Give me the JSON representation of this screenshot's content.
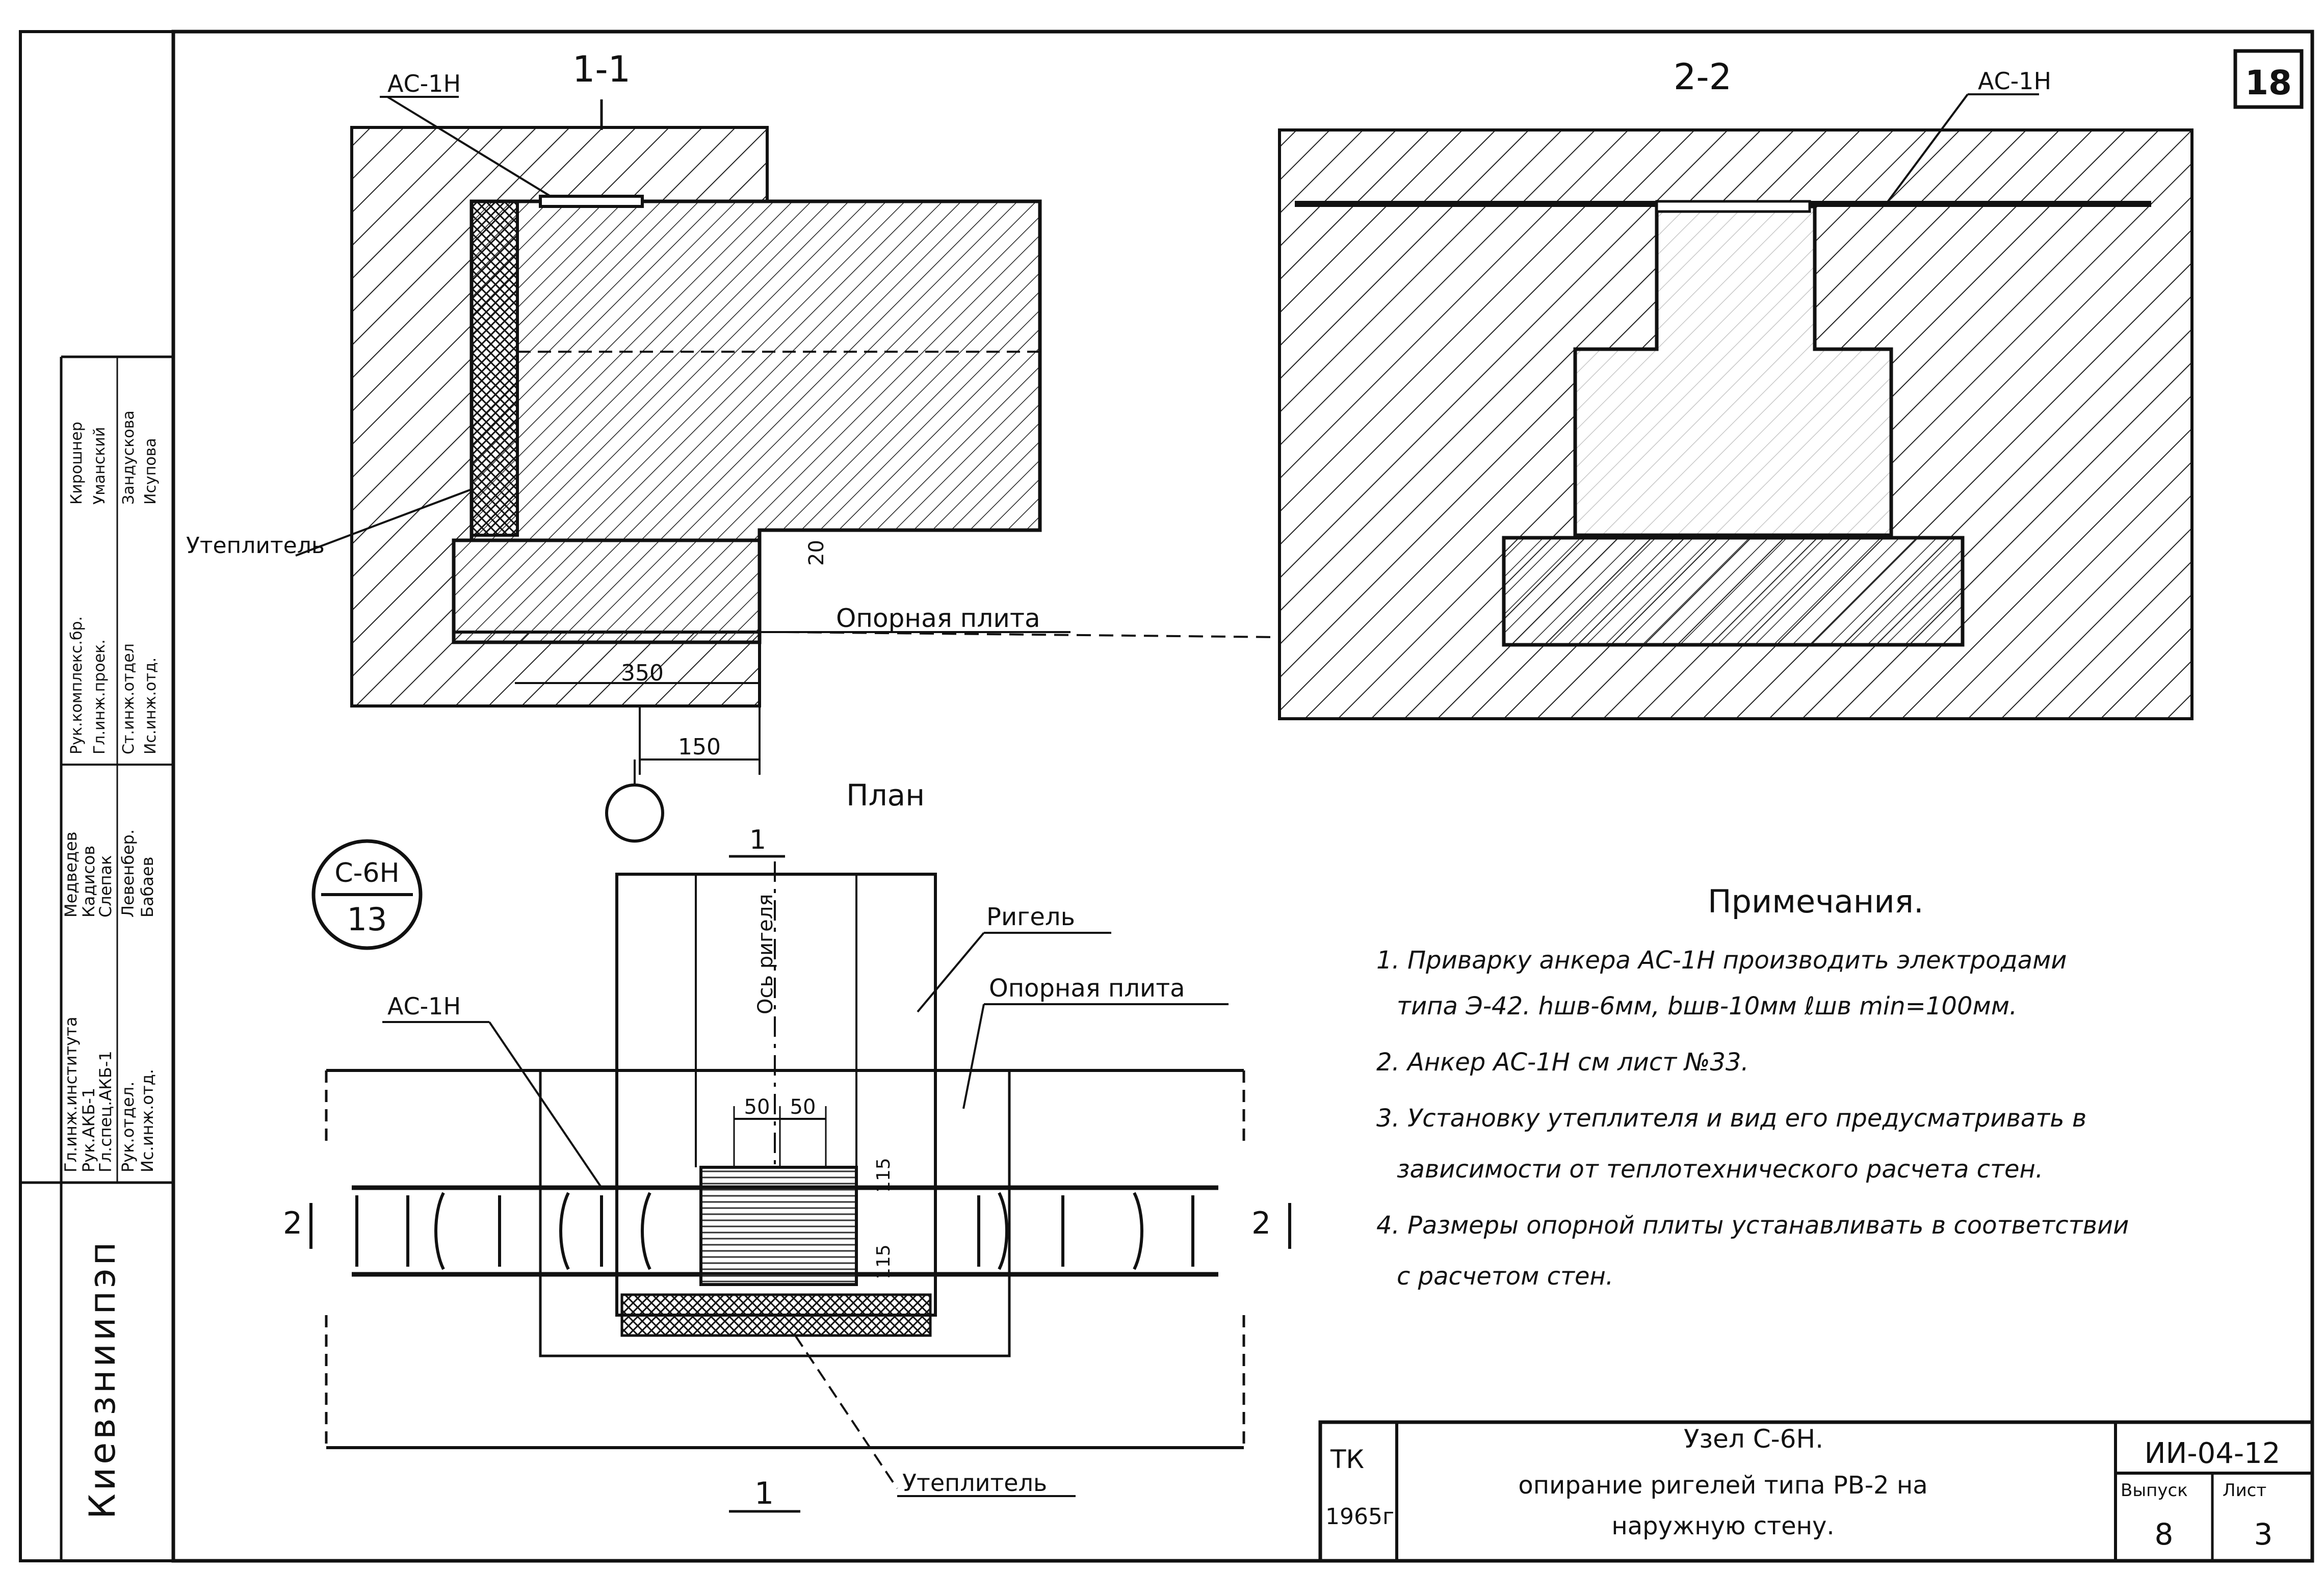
{
  "sheet": {
    "page_number": "18",
    "organization": "Киевзниипэп",
    "stamp": {
      "left_column": [
        "Гл.инж.института",
        "Рук.АКБ-1",
        "Гл.спец.АКБ-1",
        "Рук.отдел.",
        "Ис.инж.отд."
      ],
      "left_names": [
        "Медведев",
        "Кадисов",
        "Слепак",
        "Левенбер.",
        "Бабаев"
      ],
      "right_column": [
        "Рук.комплекс.бр.",
        "Гл.инж.проек.",
        "Ст.инж.отдел",
        "Ис.инж.отд."
      ],
      "right_names": [
        "Кирошнер",
        "Уманский",
        "Зандускова",
        "Исупова"
      ]
    }
  },
  "section_1_1": {
    "title": "1-1",
    "anchor_label": "АС-1Н",
    "insulation_label": "Утеплитель",
    "plate_label": "Опорная плита",
    "dim_wall": "350",
    "dim_gap": "20",
    "dim_axis": "150"
  },
  "section_2_2": {
    "title": "2-2",
    "anchor_label": "АС-1Н"
  },
  "plan": {
    "title": "План",
    "node_mark": "С-6Н",
    "node_sheet": "13",
    "axis_label": "Ось ригеля",
    "girder_label": "Ригель",
    "plate_label": "Опорная плита",
    "anchor_label": "АС-1Н",
    "insulation_label": "Утеплитель",
    "dim_50a": "50",
    "dim_50b": "50",
    "dim_115a": "115",
    "dim_115b": "115",
    "cut_1_top": "1",
    "cut_1_bottom": "1",
    "cut_2_left": "2",
    "cut_2_right": "2"
  },
  "notes": {
    "title": "Примечания.",
    "items": [
      "1. Приварку анкера АС-1Н производить электродами",
      "типа Э-42. hшв-6мм, bшв-10мм ℓшв min=100мм.",
      "2. Анкер АС-1Н см лист №33.",
      "3. Установку утеплителя и вид его предусматривать в",
      "зависимости от теплотехнического расчета стен.",
      "4. Размеры опорной плиты устанавливать в соответствии",
      "с расчетом стен."
    ]
  },
  "title_block": {
    "tk": "ТК",
    "year": "1965г",
    "title_line1": "Узел С-6Н.",
    "title_line2": "опирание ригелей типа РВ-2 на",
    "title_line3": "наружную стену.",
    "code": "ИИ-04-12",
    "issue_label": "Выпуск",
    "sheet_label": "Лист",
    "issue_value": "8",
    "sheet_value": "3"
  }
}
